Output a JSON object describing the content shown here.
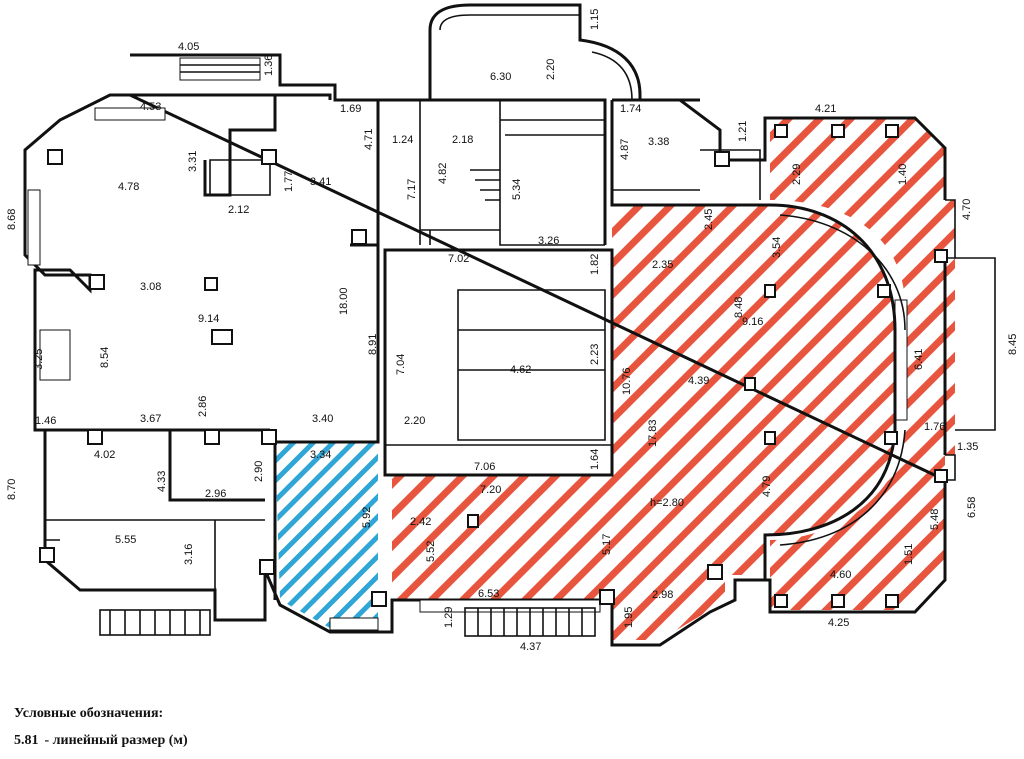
{
  "colors": {
    "hatch_red": "#e8553f",
    "hatch_blue": "#2fa6d6",
    "wall": "#111111"
  },
  "legend": {
    "title": "Условные обозначения:",
    "item_value": "5.81",
    "item_text": "- линейный размер (м)"
  },
  "labels": {
    "d_405": "4.05",
    "d_136": "1.36",
    "d_453": "4.53",
    "d_169": "1.69",
    "d_630": "6.30",
    "d_220a": "2.20",
    "d_174": "1.74",
    "d_115": "1.15",
    "d_421": "4.21",
    "d_121": "1.21",
    "d_331": "3.31",
    "d_212": "2.12",
    "d_177": "1.77",
    "d_471": "4.71",
    "d_124": "1.24",
    "d_218": "2.18",
    "d_717": "7.17",
    "d_482": "4.82",
    "d_534": "5.34",
    "d_487": "4.87",
    "d_338": "3.38",
    "d_229": "2.29",
    "d_140": "1.40",
    "d_470": "4.70",
    "d_478": "4.78",
    "d_341": "3.41",
    "d_868": "8.68",
    "d_326": "3.26",
    "d_245": "2.45",
    "d_354": "3.54",
    "d_702": "7.02",
    "d_182": "1.82",
    "d_235": "2.35",
    "d_308": "3.08",
    "d_1800": "18.00",
    "d_914": "9.14",
    "d_891": "8.91",
    "d_916": "9.16",
    "d_848": "8.48",
    "d_845": "8.45",
    "d_325": "3.25",
    "d_854": "8.54",
    "d_704": "7.04",
    "d_462": "4.62",
    "d_223": "2.23",
    "d_1076": "10.76",
    "d_439": "4.39",
    "d_641": "6.41",
    "d_286": "2.86",
    "d_146": "1.46",
    "d_367": "3.67",
    "d_340": "3.40",
    "d_220b": "2.20",
    "d_1783": "17.83",
    "d_176": "1.76",
    "d_135": "1.35",
    "d_402": "4.02",
    "d_334": "3.34",
    "d_706": "7.06",
    "d_164": "1.64",
    "d_433": "4.33",
    "d_296": "2.96",
    "d_290": "2.90",
    "d_720": "7.20",
    "d_479": "4.79",
    "d_870": "8.70",
    "d_592": "5.92",
    "d_242": "2.42",
    "d_280": "h=2.80",
    "d_548": "5.48",
    "d_658": "6.58",
    "d_555": "5.55",
    "d_552": "5.52",
    "d_517": "5.17",
    "d_316": "3.16",
    "d_151": "1.51",
    "d_460": "4.60",
    "d_298": "2.98",
    "d_653": "6.53",
    "d_129": "1.29",
    "d_195": "1.95",
    "d_437": "4.37",
    "d_425": "4.25"
  }
}
